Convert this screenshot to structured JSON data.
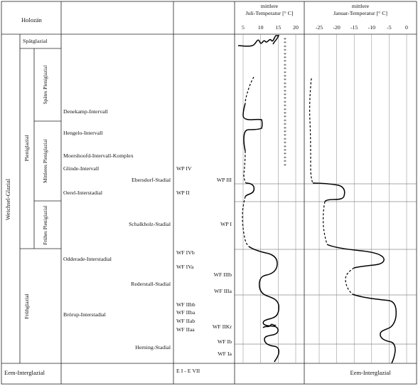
{
  "columns": {
    "holocene": "Holozän",
    "late_glacial": "Spätglazial",
    "weichsel": "Weichsel-Glazial",
    "pleniglacial": "Pleniglazial",
    "late_pleni": "Spätes Pleniglazial",
    "middle_pleni": "Mittleres Pleniglazial",
    "early_pleni": "Frühes Pleniglazial",
    "early_glacial": "Frühglazial",
    "eem": "Eem-Interglazial"
  },
  "stages": [
    "Denekamp-Intervall",
    "Hengelo-Intervall",
    "Moershoofd-Intervall-Komplex",
    "Glinde-Intervall",
    "Ebersdorf-Stadial",
    "Oerel-Interstadial",
    "Schalkholz-Stadial",
    "Odderade-Interstadial",
    "Rederstall-Stadial",
    "Brörup-Interstadial",
    "Herning-Stadial"
  ],
  "codes": [
    "WP IV",
    "WP III",
    "WP II",
    "WP I",
    "WF IVb",
    "WF IVa",
    "WF IIIb",
    "WF IIIa",
    "WF IIbb",
    "WF IIba",
    "WF IIab",
    "WF IIaa",
    "WF IIKr",
    "WF Ib",
    "WF Ia",
    "E I - E VII"
  ],
  "july": {
    "title_line1": "mittlere",
    "title_line2": "Juli-Temperatur [° C]",
    "ticks": [
      "5",
      "10",
      "15",
      "20"
    ]
  },
  "january": {
    "title_line1": "mittlere",
    "title_line2": "Januar-Temperatur [° C]",
    "ticks": [
      "-25",
      "-20",
      "-15",
      "-10",
      "-5",
      "0"
    ]
  }
}
